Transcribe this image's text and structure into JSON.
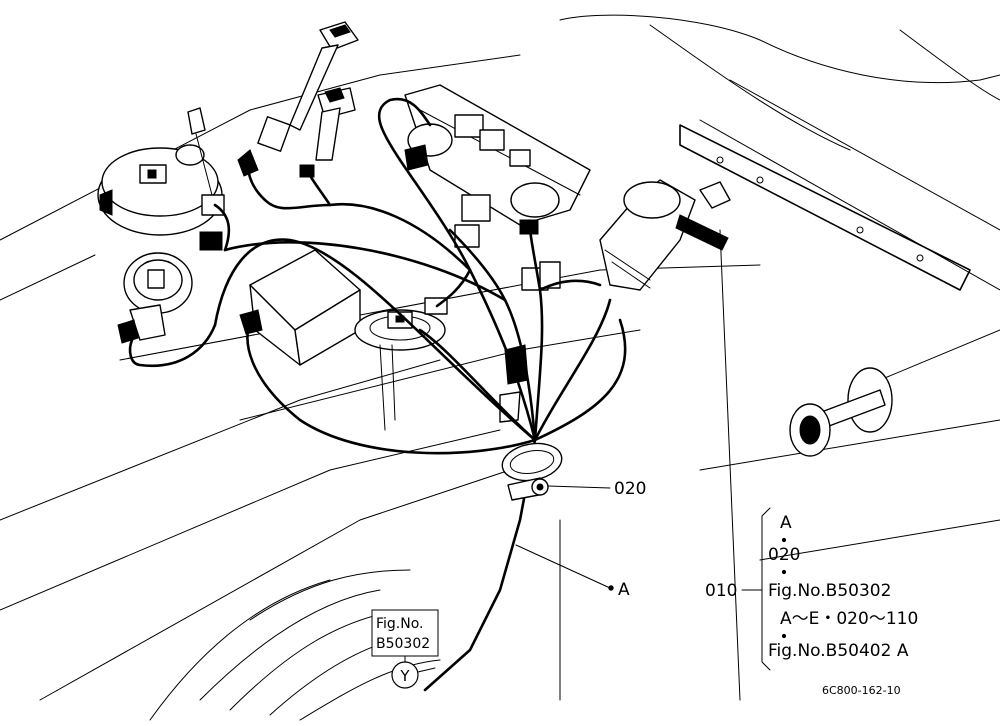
{
  "callouts": {
    "part_020": "020",
    "wire_a": "A"
  },
  "fig_ref": {
    "line1": "Fig.No.",
    "line2": "B50302",
    "circle_letter": "Y"
  },
  "bracket": {
    "main_number": "010",
    "lines": [
      "A",
      "020",
      "Fig.No.B50302",
      "A～E・020～110",
      "Fig.No.B50402  A"
    ]
  },
  "footer_code": "6C800-162-10"
}
